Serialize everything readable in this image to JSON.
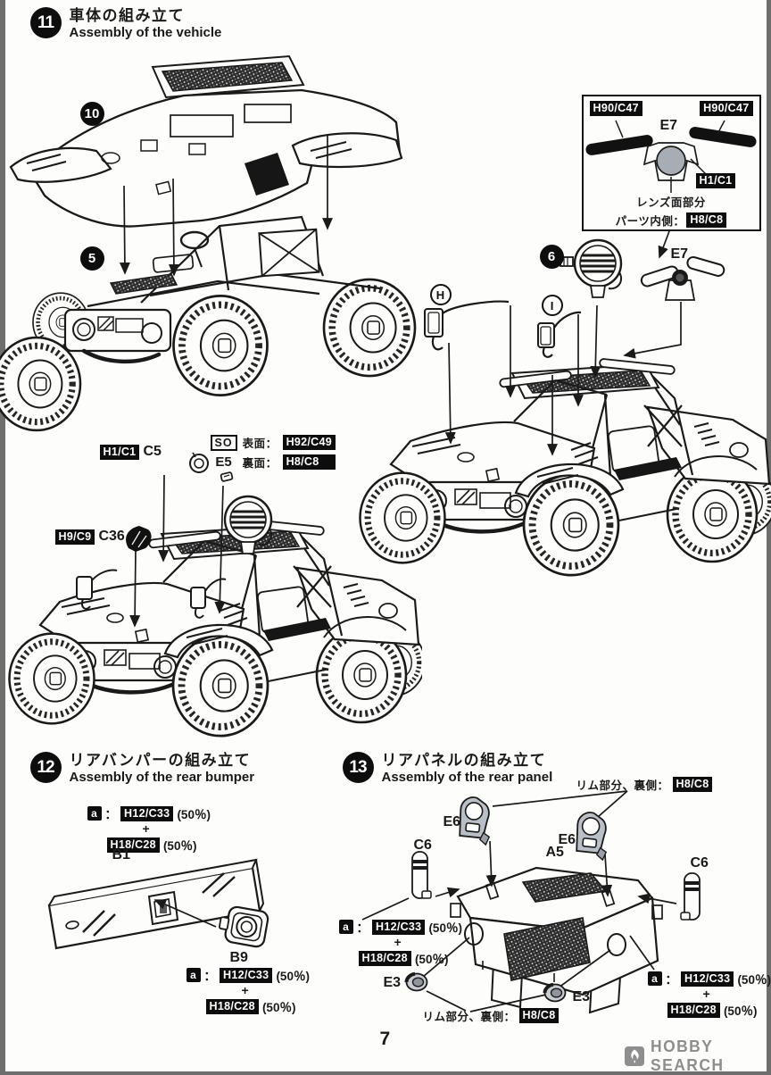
{
  "colors": {
    "ink": "#1a1a1a",
    "label_bg": "#0d0d0d",
    "label_fg": "#ffffff",
    "part_gray": "#b9bfc5",
    "lens_gray": "#a7adb3",
    "logo_gray": "#8e8e8e",
    "paper": "#fdfdfb"
  },
  "step11": {
    "number": "11",
    "title_ja": "車体の組み立て",
    "title_en": "Assembly of the vehicle",
    "badges": {
      "shell": "10",
      "chassis": "5",
      "headlight": "6",
      "mirror_left": "H",
      "mirror_right": "I"
    },
    "e7_callout": {
      "paint_wing_left": "H90/C47",
      "paint_wing_right": "H90/C47",
      "part": "E7",
      "paint_frame": "H1/C1",
      "note_line1": "レンズ面部分",
      "note_line2": "パーツ内側：",
      "note_paint": "H8/C8"
    },
    "e7_part_label": "E7",
    "c5": {
      "paint": "H1/C1",
      "part": "C5"
    },
    "so_e5": {
      "so": "SO",
      "front_label": "表面：",
      "front_paint": "H92/C49",
      "part": "E5",
      "back_label": "裏面：",
      "back_paint": "H8/C8"
    },
    "c36": {
      "paint": "H9/C9",
      "part": "C36"
    }
  },
  "step12": {
    "number": "12",
    "title_ja": "リアバンパーの組み立て",
    "title_en": "Assembly of the rear bumper",
    "b1": "B1",
    "b9": "B9",
    "mix1": {
      "key": "a",
      "sep": "：",
      "paint1": "H12/C33",
      "pct1": "(50％)",
      "plus": "+",
      "paint2": "H18/C28",
      "pct2": "(50％)"
    },
    "mix2": {
      "key": "a",
      "sep": "：",
      "paint1": "H12/C33",
      "pct1": "(50％)",
      "plus": "+",
      "paint2": "H18/C28",
      "pct2": "(50％)"
    }
  },
  "step13": {
    "number": "13",
    "title_ja": "リアパネルの組み立て",
    "title_en": "Assembly of the rear panel",
    "rim_top": {
      "text": "リム部分、裏側：",
      "paint": "H8/C8"
    },
    "rim_bottom": {
      "text": "リム部分、裏側：",
      "paint": "H8/C8"
    },
    "a5": "A5",
    "e6_left": "E6",
    "e6_right": "E6",
    "c6_left": "C6",
    "c6_right": "C6",
    "e3_left": "E3",
    "e3_right": "E3",
    "mix_left": {
      "key": "a",
      "sep": "：",
      "paint1": "H12/C33",
      "pct1": "(50％)",
      "plus": "+",
      "paint2": "H18/C28",
      "pct2": "(50％)"
    },
    "mix_right": {
      "key": "a",
      "sep": "：",
      "paint1": "H12/C33",
      "pct1": "(50％)",
      "plus": "+",
      "paint2": "H18/C28",
      "pct2": "(50％)"
    }
  },
  "footer": {
    "page_number": "7",
    "logo_text": "HOBBY SEARCH"
  }
}
